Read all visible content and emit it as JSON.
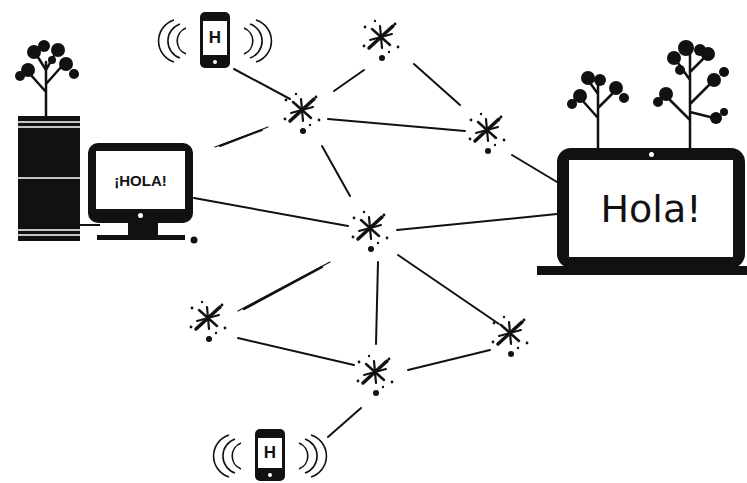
{
  "diagram": {
    "nodes": [
      {
        "text": [
          "H"
        ]
      },
      {
        "text": [
          "¡HOLA!"
        ]
      },
      {
        "text": [
          "Hola!"
        ]
      },
      {
        "text": [
          "H"
        ]
      }
    ]
  }
}
